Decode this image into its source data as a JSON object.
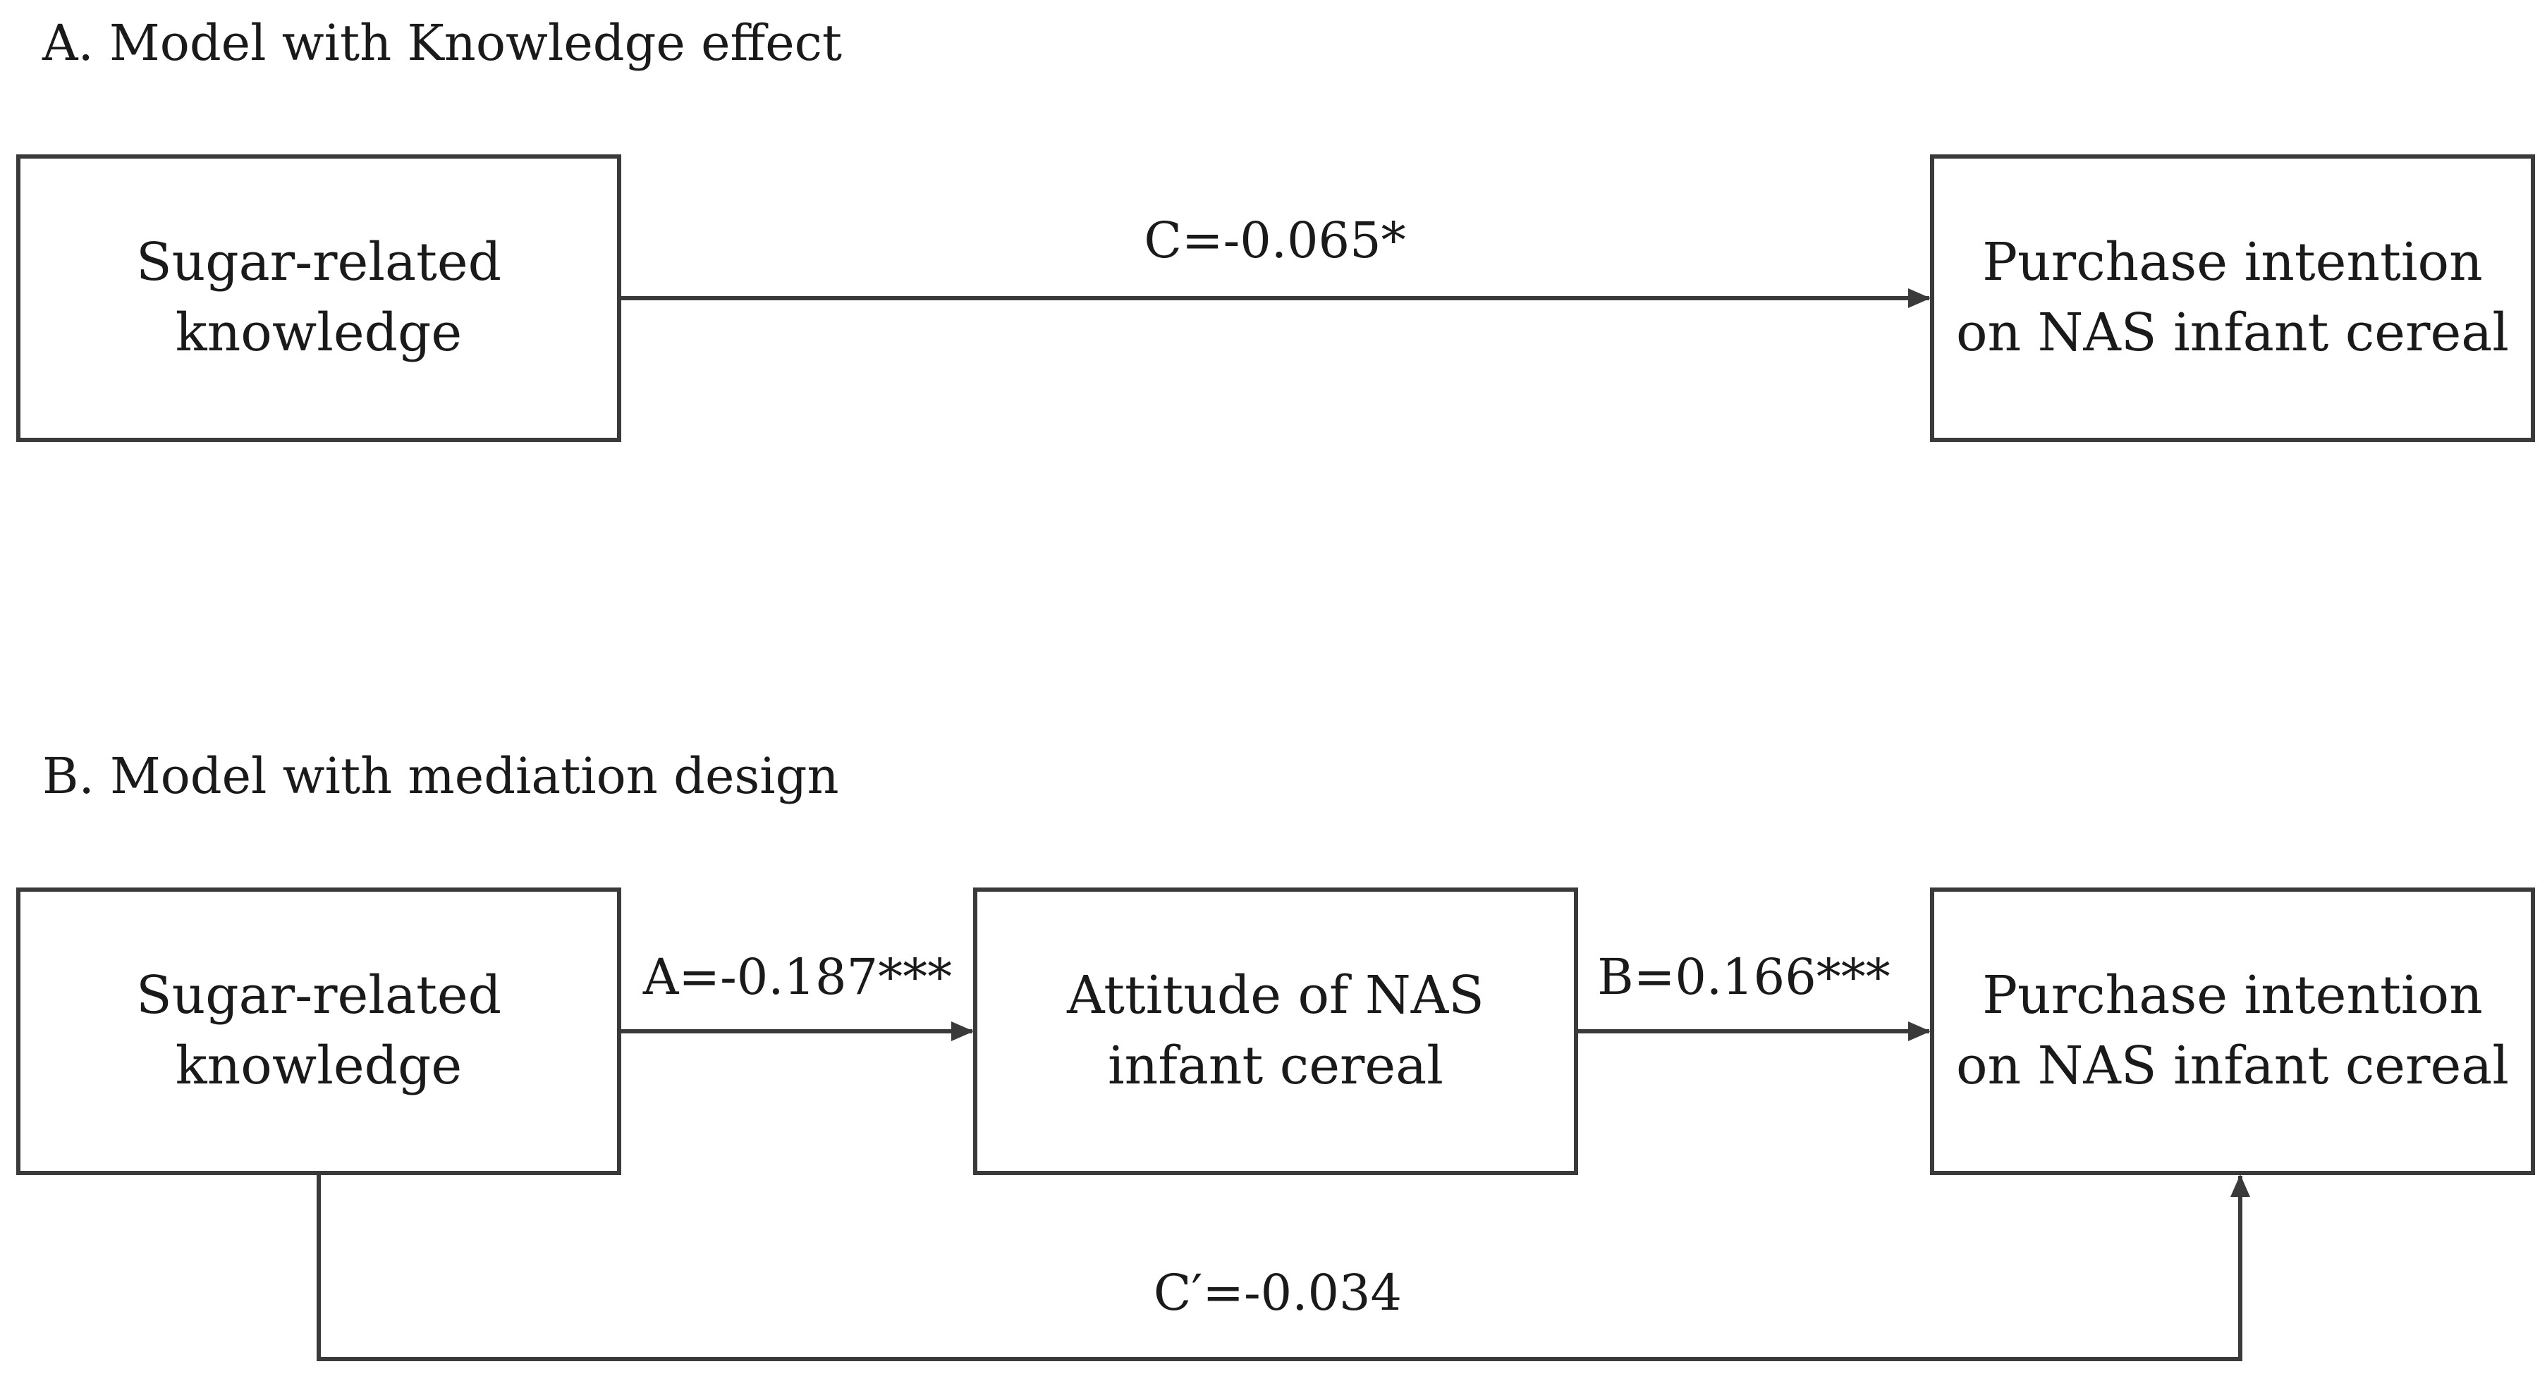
{
  "panels": {
    "a": {
      "title": "A. Model with Knowledge effect",
      "nodes": {
        "knowledge": {
          "line1": "Sugar-related",
          "line2": "knowledge"
        },
        "purchase": {
          "line1": "Purchase intention",
          "line2": "on NAS infant cereal"
        }
      },
      "edges": {
        "c": {
          "label": "C=-0.065*"
        }
      }
    },
    "b": {
      "title": "B. Model with mediation design",
      "nodes": {
        "knowledge": {
          "line1": "Sugar-related",
          "line2": "knowledge"
        },
        "attitude": {
          "line1": "Attitude of NAS",
          "line2": "infant cereal"
        },
        "purchase": {
          "line1": "Purchase intention",
          "line2": "on NAS infant cereal"
        }
      },
      "edges": {
        "a": {
          "label": "A=-0.187***"
        },
        "b": {
          "label": "B=0.166***"
        },
        "c_prime": {
          "label": "C′=-0.034"
        }
      }
    }
  },
  "colors": {
    "line": "#3a3a3a",
    "text": "#1a1a1a",
    "background": "#ffffff"
  }
}
